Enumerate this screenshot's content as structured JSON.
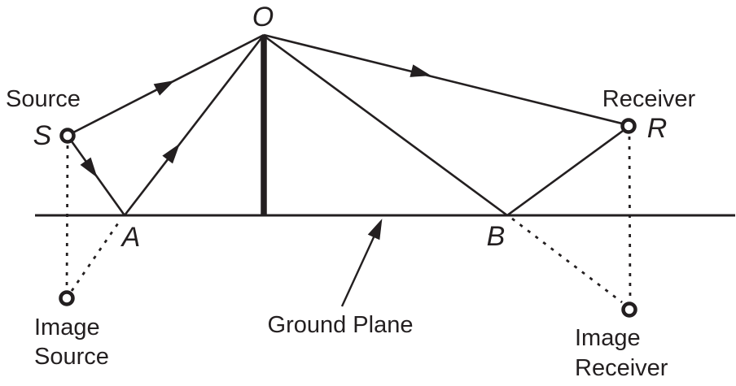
{
  "colors": {
    "ink": "#231f20",
    "background": "#ffffff"
  },
  "diagram": {
    "points": {
      "o": "O",
      "s": "S",
      "r": "R",
      "a": "A",
      "b": "B"
    },
    "labels": {
      "source": "Source",
      "receiver": "Receiver",
      "image_source_line1": "Image",
      "image_source_line2": "Source",
      "image_receiver_line1": "Image",
      "image_receiver_line2": "Receiver",
      "ground_plane": "Ground Plane"
    }
  }
}
